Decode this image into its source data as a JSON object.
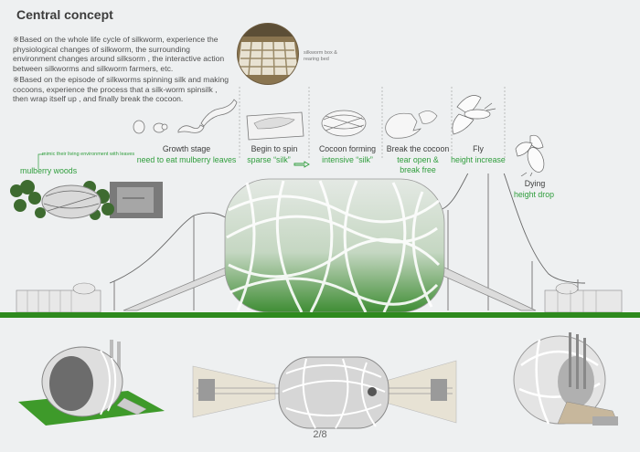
{
  "title": "Central concept",
  "concept_paragraphs": [
    "※Based on the whole life cycle of silkworm, experience the physiological changes of silkworm, the surrounding environment changes around silksorm , the interactive action between silkworms and silkworm farmers, etc.",
    "※Based on the episode of silkworms spinning silk and making cocoons, experience the process that a silk-worm spinsilk , then wrap itself up , and finally break the cocoon."
  ],
  "inset_label": "silkworm box & rearing bed",
  "stages": [
    {
      "label": "Growth stage",
      "sub": "need to eat mulberry leaves"
    },
    {
      "label": "Begin to spin",
      "sub": "sparse “silk”"
    },
    {
      "label": "Cocoon forming",
      "sub": "intensive “silk”"
    },
    {
      "label": "Break the cocoon",
      "sub": "tear open & break free"
    },
    {
      "label": "Fly",
      "sub": "height increase"
    },
    {
      "label": "",
      "sub": "Dying height drop"
    }
  ],
  "dying_label": "Dying",
  "dying_sub": "height drop",
  "mimic_note": "mimic their living environment with leaves",
  "mulberry_label": "mulberry woods",
  "page_number": "2/8",
  "colors": {
    "accent_green": "#2f9d3c",
    "ground": "#2e8a1e",
    "background": "#eef0f1"
  }
}
